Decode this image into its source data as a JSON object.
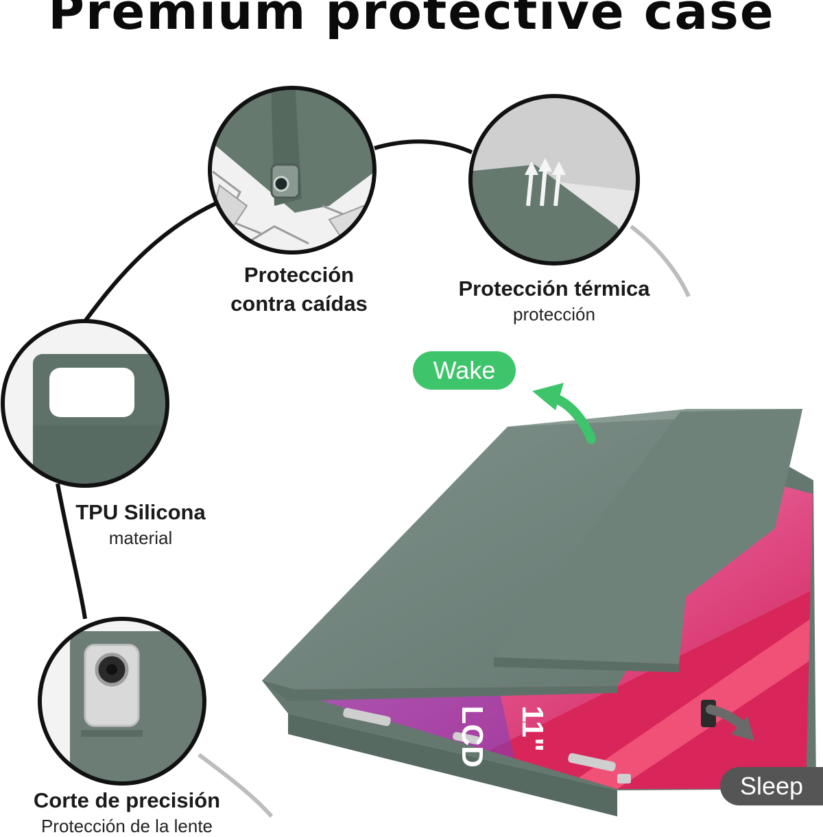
{
  "headline": "Premium protective case",
  "features": [
    {
      "title_line1": "Protección",
      "title_line2": "contra caídas",
      "icon": "drop-protection-icon"
    },
    {
      "title": "Protección térmica",
      "subtitle": "protección",
      "icon": "heat-dissipation-icon"
    },
    {
      "title": "TPU Silicona",
      "subtitle": "material",
      "icon": "tpu-inner-shell-icon"
    },
    {
      "title": "Corte de precisión",
      "subtitle": "Protección de la lente",
      "icon": "camera-lens-icon"
    }
  ],
  "actions": {
    "wake_label": "Wake",
    "sleep_label": "Sleep"
  },
  "tablet": {
    "screen_label_line1": "11\"",
    "screen_label_line2": "LCD"
  },
  "colors": {
    "case_green": "#6e8279",
    "wake_green": "#3ec46a",
    "sleep_gray": "#555555",
    "screen_pink": "#e0407a"
  }
}
